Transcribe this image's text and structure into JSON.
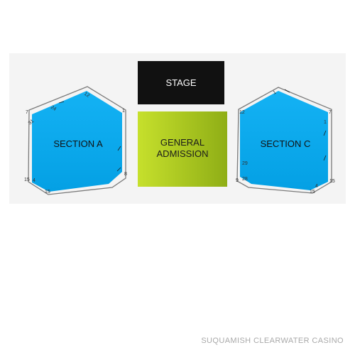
{
  "venue": {
    "name": "SUQUAMISH CLEARWATER CASINO"
  },
  "map": {
    "stage_label": "STAGE",
    "general_admission_label_line1": "GENERAL",
    "general_admission_label_line2": "ADMISSION",
    "section_a_label": "SECTION A",
    "section_c_label": "SECTION C"
  },
  "section_a_row_numbers": {
    "top_right": "12",
    "upper": "24",
    "left_upper": "7",
    "left_mid": "31",
    "left_lower": "15",
    "bottom_left": "4",
    "bottom": "15",
    "right_top": "1",
    "right_lower": "8"
  },
  "section_c_row_numbers": {
    "top": "1",
    "left_top": "12",
    "left_mid": "29",
    "left_lower": "9",
    "left_bottom": "28",
    "right_top": "7",
    "right_mid": "1",
    "right_lower": "15",
    "bottom_right": "4",
    "bottom": "15"
  },
  "colors": {
    "panel": "#f4f4f4",
    "section": "#0aa8ec",
    "stage": "#111111",
    "general_admission_light": "#c6e02c",
    "general_admission_dark": "#8dab15",
    "outline": "#7b7b7b",
    "footer_text": "#a9a9a9"
  }
}
